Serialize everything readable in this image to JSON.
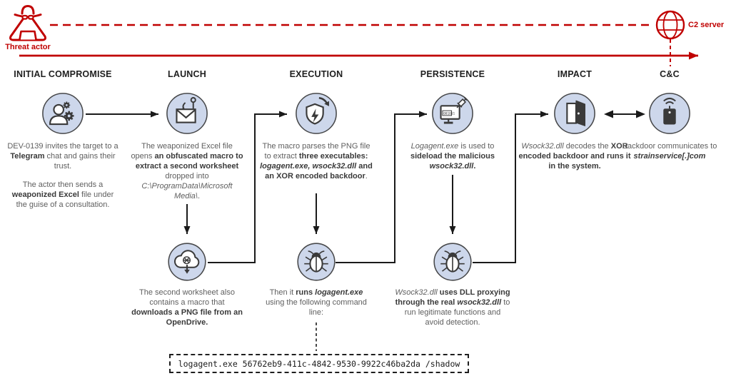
{
  "colors": {
    "accent_red": "#c00000",
    "node_fill": "#cdd7eb",
    "node_stroke": "#47484a",
    "icon_dark": "#3a3a3a",
    "text_gray": "#5f5f5f",
    "text_bold": "#3a3a3a",
    "line_black": "#1a1a1a"
  },
  "banner": {
    "threat_actor_label": "Threat actor",
    "c2_server_label": "C2 server",
    "threat_actor_icon": "spy-icon",
    "c2_icon": "globe-icon"
  },
  "stages": [
    {
      "title": "INITIAL COMPROMISE",
      "icon": "user-gears-icon",
      "paragraphs": [
        [
          {
            "t": "DEV-0139 invites the target to a "
          },
          {
            "t": "Telegram",
            "b": true
          },
          {
            "t": " chat and gains their trust."
          }
        ],
        [
          {
            "t": "The actor then sends a "
          },
          {
            "t": "weaponized Excel",
            "b": true
          },
          {
            "t": " file under the guise of a consultation."
          }
        ]
      ]
    },
    {
      "title": "LAUNCH",
      "icon": "phishing-mail-icon",
      "paragraphs": [
        [
          {
            "t": "The weaponized Excel file opens "
          },
          {
            "t": "an obfuscated macro to extract a second worksheet",
            "b": true
          },
          {
            "t": " dropped into "
          },
          {
            "t": "C:\\ProgramData\\Microsoft Media\\",
            "i": true
          },
          {
            "t": "."
          }
        ]
      ]
    },
    {
      "title": "EXECUTION",
      "icon": "shield-execute-icon",
      "paragraphs": [
        [
          {
            "t": "The macro parses the PNG file to extract "
          },
          {
            "t": "three executables: ",
            "b": true
          },
          {
            "t": "logagent.exe, wsock32.dll",
            "b": true,
            "i": true
          },
          {
            "t": " and an XOR encoded backdoor",
            "b": true
          },
          {
            "t": "."
          }
        ]
      ]
    },
    {
      "title": "PERSISTENCE",
      "icon": "monitor-inject-icon",
      "screen_text": "001011",
      "paragraphs": [
        [
          {
            "t": "Logagent.exe",
            "i": true
          },
          {
            "t": " is used to "
          },
          {
            "t": "sideload the malicious ",
            "b": true
          },
          {
            "t": "wsock32.dll",
            "b": true,
            "i": true
          },
          {
            "t": ".",
            "b": true
          }
        ]
      ]
    },
    {
      "title": "IMPACT",
      "icon": "backdoor-door-icon",
      "paragraphs": [
        [
          {
            "t": "Wsock32.dll",
            "i": true
          },
          {
            "t": " decodes the "
          },
          {
            "t": "XOR encoded backdoor and runs it in the system.",
            "b": true
          }
        ]
      ]
    },
    {
      "title": "C&C",
      "icon": "comm-device-icon",
      "paragraphs": [
        [
          {
            "t": "Backdoor communicates to "
          },
          {
            "t": "strainservice[.]com",
            "b": true,
            "i": true
          }
        ]
      ]
    }
  ],
  "sub_stages": [
    {
      "icon": "cloud-download-icon",
      "paragraphs": [
        [
          {
            "t": "The second worksheet also contains a macro that "
          },
          {
            "t": "downloads a PNG file from an OpenDrive.",
            "b": true
          }
        ]
      ]
    },
    {
      "icon": "bug-icon",
      "paragraphs": [
        [
          {
            "t": "Then it "
          },
          {
            "t": "runs ",
            "b": true
          },
          {
            "t": "logagent.exe",
            "b": true,
            "i": true
          },
          {
            "t": " using the following command line:"
          }
        ]
      ]
    },
    {
      "icon": "bug-icon",
      "paragraphs": [
        [
          {
            "t": "Wsock32.dll",
            "i": true
          },
          {
            "t": " "
          },
          {
            "t": "uses DLL proxying through the real ",
            "b": true
          },
          {
            "t": "wsock32.dll",
            "b": true,
            "i": true
          },
          {
            "t": " to run legitimate functions and avoid detection."
          }
        ]
      ]
    }
  ],
  "command_box": {
    "command": "logagent.exe 56762eb9-411c-4842-9530-9922c46ba2da /shadow"
  }
}
